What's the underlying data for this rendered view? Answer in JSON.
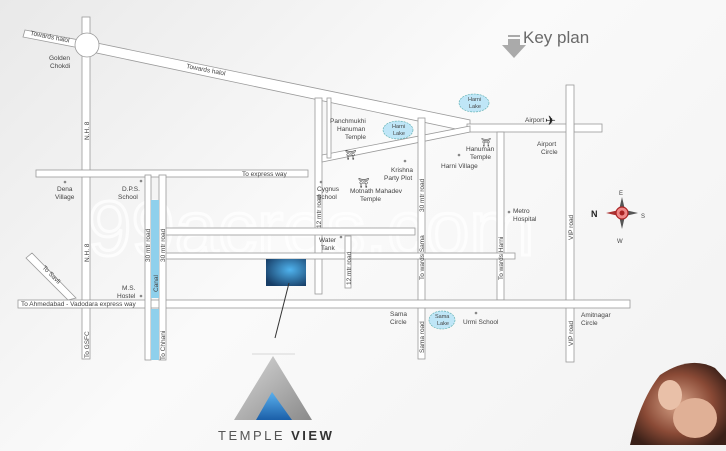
{
  "title": "Key plan",
  "brand": {
    "word1": "TEMPLE",
    "word2": "VIEW"
  },
  "watermark": "99acres.com",
  "roads": {
    "towards_halol_1": "Towards halol",
    "towards_halol_2": "Towards halol",
    "nh8_top": "N.H. 8",
    "nh8_bottom": "N.H. 8",
    "to_gsfc": "To GSFC",
    "to_express_way": "To express way",
    "to_savli": "To Savli",
    "ahmedabad_vadodara": "To Ahmedabad - Vadodara express way",
    "mtr30_a": "30 mtr road",
    "mtr30_b": "30 mtr road",
    "mtr30_c": "30 mtr road",
    "canal": "Canal",
    "to_chhani": "To Chhani",
    "mtr12_a": "12 mtr road",
    "mtr12_b": "12 mtr road",
    "towards_sama": "To wards Sama",
    "towards_harni": "To wards Harni",
    "sama_road": "Sama road",
    "vip_road_top": "VIP road",
    "vip_road_bottom": "VIP road"
  },
  "places": {
    "golden_chokdi": [
      "Golden",
      "Chokdi"
    ],
    "dena_village": [
      "Dena",
      "Village"
    ],
    "dps_school": [
      "D.P.S.",
      "School"
    ],
    "ms_hostel": [
      "M.S.",
      "Hostel"
    ],
    "panchmukhi": [
      "Panchmukhi",
      "Hanuman",
      "Temple"
    ],
    "harni_lake_1": [
      "Harni",
      "Lake"
    ],
    "harni_lake_2": [
      "Harni",
      "Lake"
    ],
    "krishna": [
      "Krishna",
      "Party Plot"
    ],
    "motnath": [
      "Motnath Mahadev",
      "Temple"
    ],
    "cygnus": [
      "Cygnus",
      "School"
    ],
    "water_tank": [
      "Water",
      "Tank"
    ],
    "hanuman": [
      "Hanuman",
      "Temple"
    ],
    "harni_village": "Harni Village",
    "airport": "Airport",
    "airport_circle": [
      "Airport",
      "Circle"
    ],
    "metro_hospital": [
      "Metro",
      "Hospital"
    ],
    "sama_circle": [
      "Sama",
      "Circle"
    ],
    "sama_lake": [
      "Sama",
      "Lake"
    ],
    "urmi_school": "Urmi School",
    "amitnagar": [
      "Amitnagar",
      "Circle"
    ]
  },
  "compass": {
    "n": "N",
    "e": "E",
    "s": "S",
    "w": "W"
  },
  "colors": {
    "canal": "#8fd0ec",
    "lake": "#bfe6f7",
    "project": "#1e6fb8"
  }
}
